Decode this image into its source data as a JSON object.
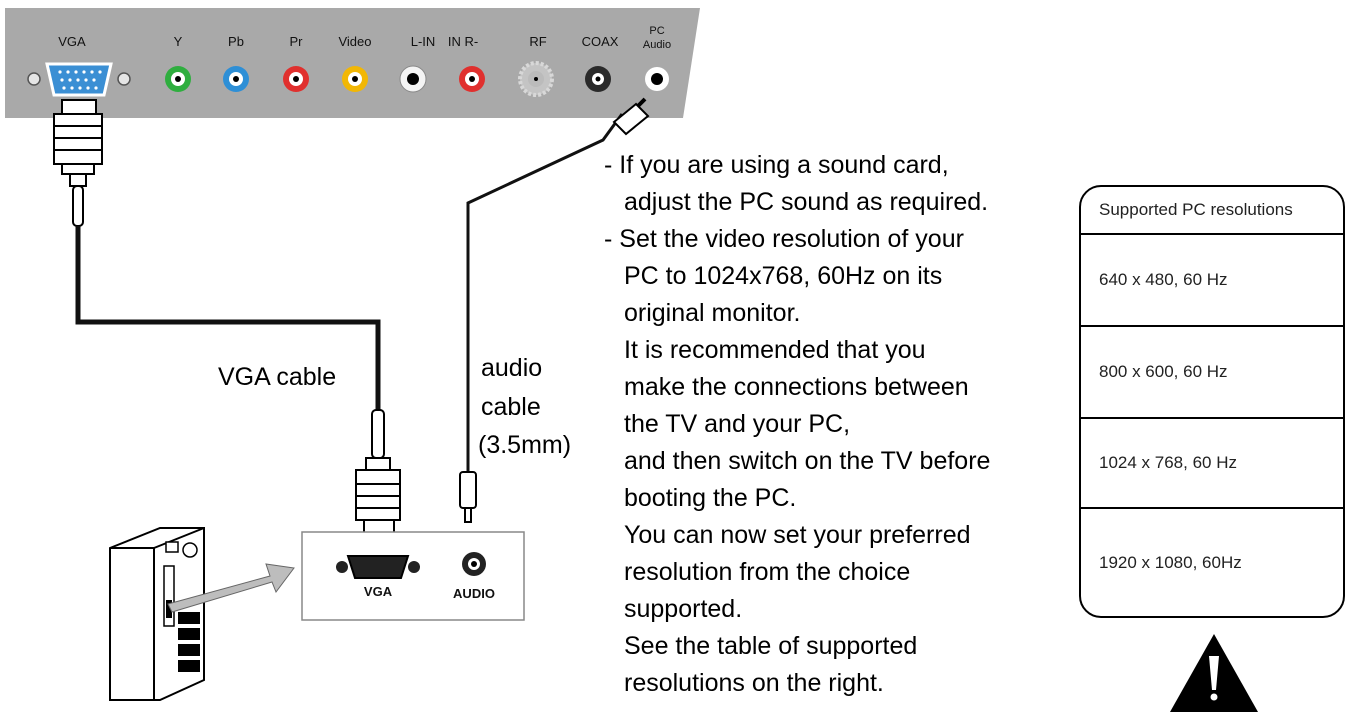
{
  "tv_panel": {
    "ports": [
      {
        "label": "VGA"
      },
      {
        "label": "Y",
        "color": "#2fae3f"
      },
      {
        "label": "Pb",
        "color": "#2e8fd6"
      },
      {
        "label": "Pr",
        "color": "#e0302e"
      },
      {
        "label": "Video",
        "color": "#f2b705"
      },
      {
        "label": "L-IN",
        "color": "#f2f2f2"
      },
      {
        "label": "IN R-",
        "color": "#e0302e"
      },
      {
        "label": "RF"
      },
      {
        "label": "COAX",
        "color": "#2a2a2a"
      },
      {
        "label_line1": "PC",
        "label_line2": "Audio",
        "color": "#2a2a2a"
      }
    ],
    "panel_color": "#a9a9a9"
  },
  "labels": {
    "vga_cable": "VGA cable",
    "audio_cable_line1": "audio",
    "audio_cable_line2": "cable",
    "audio_cable_line3": "(3.5mm)"
  },
  "pc_panel": {
    "vga_label": "VGA",
    "audio_label": "AUDIO"
  },
  "instructions": [
    "- If you are using a sound card,",
    "  adjust the PC sound as required.",
    "- Set the video resolution of your",
    "  PC to 1024x768, 60Hz on its",
    "  original monitor.",
    "  It is recommended that you",
    "  make the connections between",
    "  the TV and your PC,",
    "  and then switch on the TV before",
    "  booting the PC.",
    "  You can now set your preferred",
    "  resolution from the choice",
    "  supported.",
    "  See the table of supported",
    "  resolutions on the right."
  ],
  "resolution_table": {
    "header": "Supported PC resolutions",
    "rows": [
      "640 x 480, 60 Hz",
      "800 x 600, 60 Hz",
      "1024 x 768, 60 Hz",
      "1920 x 1080, 60Hz"
    ]
  },
  "icons": [
    "warning-triangle-icon",
    "pc-tower-icon",
    "arrow-icon"
  ]
}
